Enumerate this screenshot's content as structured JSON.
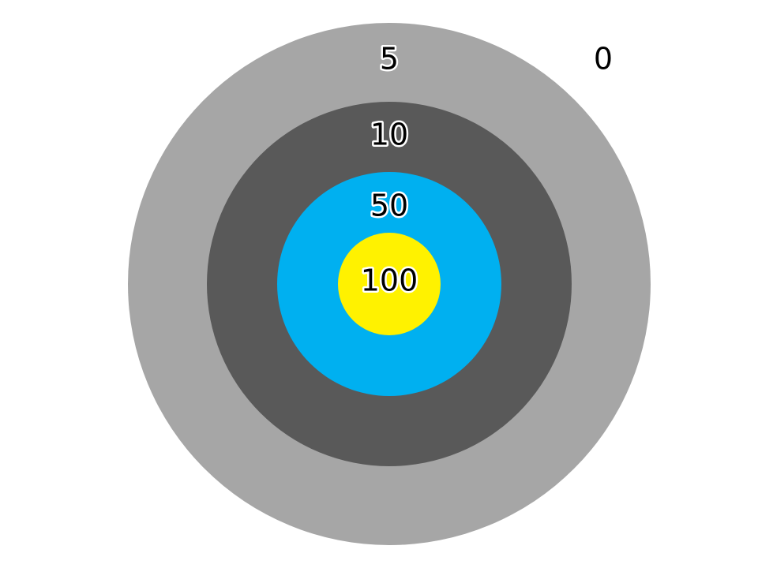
{
  "target": {
    "outside_score": "0",
    "rings": [
      {
        "score": "5",
        "color": "#a6a6a6"
      },
      {
        "score": "10",
        "color": "#595959"
      },
      {
        "score": "50",
        "color": "#00b0f0"
      },
      {
        "score": "100",
        "color": "#fff200"
      }
    ]
  }
}
